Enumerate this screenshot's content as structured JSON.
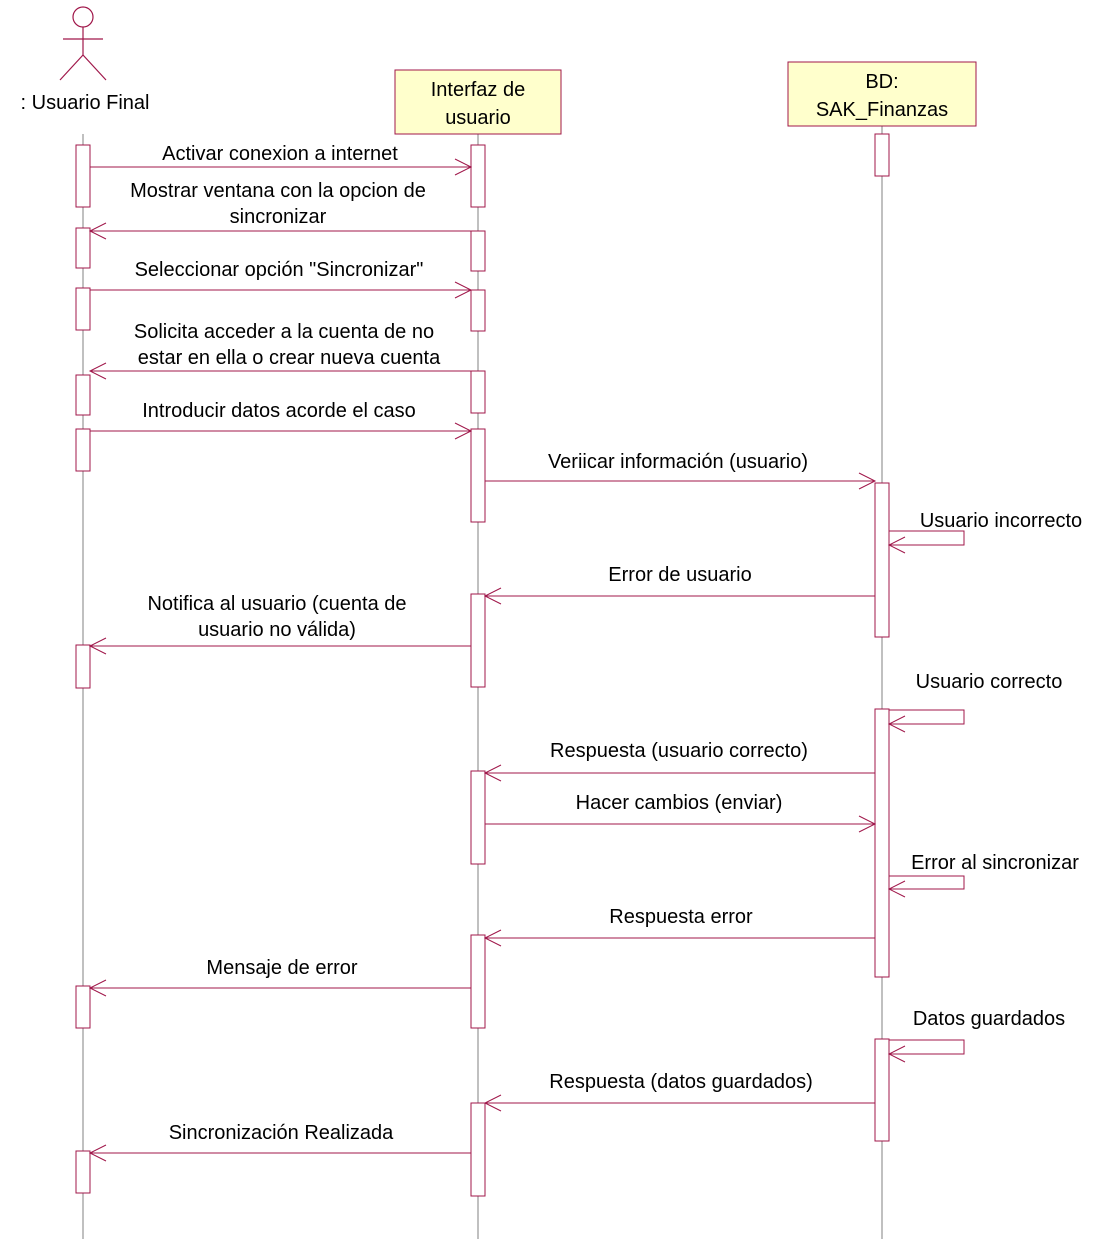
{
  "colors": {
    "line": "#a0174a",
    "object_fill": "#ffffcc",
    "lifeline": "#808080",
    "text": "#000000"
  },
  "participants": {
    "actor": {
      "label": ": Usuario Final",
      "icon": "stick-figure-actor-icon"
    },
    "ui": {
      "label_lines": [
        "Interfaz de",
        "usuario"
      ]
    },
    "db": {
      "label_lines": [
        "BD:",
        "SAK_Finanzas"
      ]
    }
  },
  "messages": [
    {
      "id": "m1",
      "from": "actor",
      "to": "ui",
      "text_lines": [
        "Activar conexion a internet"
      ]
    },
    {
      "id": "m2",
      "from": "ui",
      "to": "actor",
      "text_lines": [
        "Mostrar ventana con la opcion de",
        "sincronizar"
      ]
    },
    {
      "id": "m3",
      "from": "actor",
      "to": "ui",
      "text_lines": [
        "Seleccionar opción \"Sincronizar\""
      ]
    },
    {
      "id": "m4",
      "from": "ui",
      "to": "actor",
      "text_lines": [
        "Solicita acceder a la cuenta de no",
        "estar en ella o crear nueva cuenta"
      ]
    },
    {
      "id": "m5",
      "from": "actor",
      "to": "ui",
      "text_lines": [
        "Introducir datos acorde el caso"
      ]
    },
    {
      "id": "m6",
      "from": "ui",
      "to": "db",
      "text_lines": [
        "Veriicar información (usuario)"
      ]
    },
    {
      "id": "m7",
      "from": "db",
      "to": "db",
      "text_lines": [
        "Usuario incorrecto"
      ]
    },
    {
      "id": "m8",
      "from": "db",
      "to": "ui",
      "text_lines": [
        "Error de usuario"
      ]
    },
    {
      "id": "m9",
      "from": "ui",
      "to": "actor",
      "text_lines": [
        "Notifica al usuario (cuenta de",
        "usuario no válida)"
      ]
    },
    {
      "id": "m10",
      "from": "db",
      "to": "db",
      "text_lines": [
        "Usuario correcto"
      ]
    },
    {
      "id": "m11",
      "from": "db",
      "to": "ui",
      "text_lines": [
        "Respuesta (usuario correcto)"
      ]
    },
    {
      "id": "m12",
      "from": "ui",
      "to": "db",
      "text_lines": [
        "Hacer cambios (enviar)"
      ]
    },
    {
      "id": "m13",
      "from": "db",
      "to": "db",
      "text_lines": [
        "Error al sincronizar"
      ]
    },
    {
      "id": "m14",
      "from": "db",
      "to": "ui",
      "text_lines": [
        "Respuesta error"
      ]
    },
    {
      "id": "m15",
      "from": "ui",
      "to": "actor",
      "text_lines": [
        "Mensaje de error"
      ]
    },
    {
      "id": "m16",
      "from": "db",
      "to": "db",
      "text_lines": [
        "Datos guardados"
      ]
    },
    {
      "id": "m17",
      "from": "db",
      "to": "ui",
      "text_lines": [
        "Respuesta (datos guardados)"
      ]
    },
    {
      "id": "m18",
      "from": "ui",
      "to": "actor",
      "text_lines": [
        "Sincronización Realizada"
      ]
    }
  ]
}
